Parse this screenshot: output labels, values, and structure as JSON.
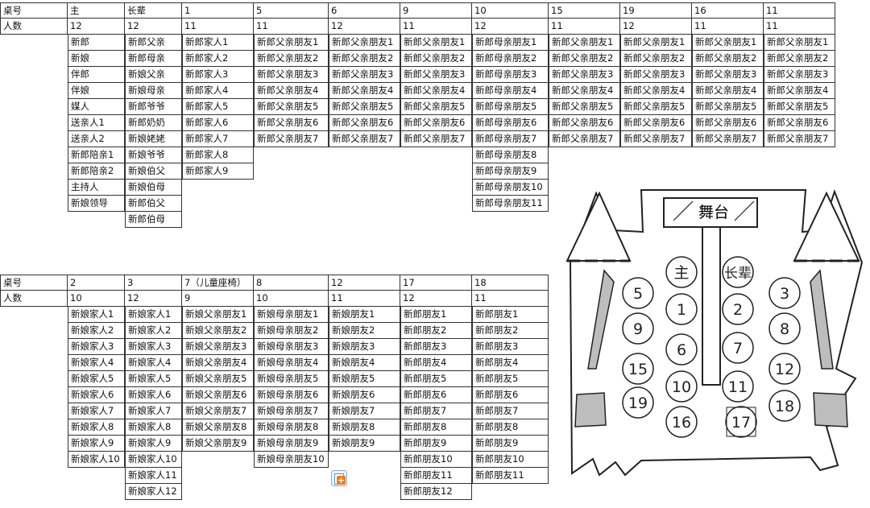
{
  "table_top": {
    "row_labels": [
      "桌号",
      "人数"
    ],
    "columns": [
      {
        "table": "主",
        "count": "12",
        "guests": [
          "新郎",
          "新娘",
          "伴郎",
          "伴娘",
          "媒人",
          "送亲人1",
          "送亲人2",
          "新郎陪亲1",
          "新郎陪亲2",
          "主持人",
          "新娘领导"
        ]
      },
      {
        "table": "长辈",
        "count": "12",
        "guests": [
          "新郎父亲",
          "新郎母亲",
          "新娘父亲",
          "新娘母亲",
          "新郎爷爷",
          "新郎奶奶",
          "新娘姥姥",
          "新娘爷爷",
          "新娘伯父",
          "新娘伯母",
          "新郎伯父",
          "新郎伯母"
        ]
      },
      {
        "table": "1",
        "count": "11",
        "guests": [
          "新郎家人1",
          "新郎家人2",
          "新郎家人3",
          "新郎家人4",
          "新郎家人5",
          "新郎家人6",
          "新郎家人7",
          "新郎家人8",
          "新郎家人9"
        ]
      },
      {
        "table": "5",
        "count": "11",
        "guests": [
          "新郎父亲朋友1",
          "新郎父亲朋友2",
          "新郎父亲朋友3",
          "新郎父亲朋友4",
          "新郎父亲朋友5",
          "新郎父亲朋友6",
          "新郎父亲朋友7"
        ]
      },
      {
        "table": "6",
        "count": "12",
        "guests": [
          "新郎父亲朋友1",
          "新郎父亲朋友2",
          "新郎父亲朋友3",
          "新郎父亲朋友4",
          "新郎父亲朋友5",
          "新郎父亲朋友6",
          "新郎父亲朋友7"
        ]
      },
      {
        "table": "9",
        "count": "11",
        "guests": [
          "新郎父亲朋友1",
          "新郎父亲朋友2",
          "新郎父亲朋友3",
          "新郎父亲朋友4",
          "新郎父亲朋友5",
          "新郎父亲朋友6",
          "新郎父亲朋友7"
        ]
      },
      {
        "table": "10",
        "count": "12",
        "guests": [
          "新郎母亲朋友1",
          "新郎母亲朋友2",
          "新郎母亲朋友3",
          "新郎母亲朋友4",
          "新郎母亲朋友5",
          "新郎母亲朋友6",
          "新郎母亲朋友7",
          "新郎母亲朋友8",
          "新郎母亲朋友9",
          "新郎母亲朋友10",
          "新郎母亲朋友11"
        ]
      },
      {
        "table": "15",
        "count": "11",
        "guests": [
          "新郎父亲朋友1",
          "新郎父亲朋友2",
          "新郎父亲朋友3",
          "新郎父亲朋友4",
          "新郎父亲朋友5",
          "新郎父亲朋友6",
          "新郎父亲朋友7"
        ]
      },
      {
        "table": "19",
        "count": "12",
        "guests": [
          "新郎父亲朋友1",
          "新郎父亲朋友2",
          "新郎父亲朋友3",
          "新郎父亲朋友4",
          "新郎父亲朋友5",
          "新郎父亲朋友6",
          "新郎父亲朋友7"
        ]
      },
      {
        "table": "16",
        "count": "11",
        "guests": [
          "新郎父亲朋友1",
          "新郎父亲朋友2",
          "新郎父亲朋友3",
          "新郎父亲朋友4",
          "新郎父亲朋友5",
          "新郎父亲朋友6",
          "新郎父亲朋友7"
        ]
      },
      {
        "table": "11",
        "count": "11",
        "guests": [
          "新郎父亲朋友1",
          "新郎父亲朋友2",
          "新郎父亲朋友3",
          "新郎父亲朋友4",
          "新郎父亲朋友5",
          "新郎父亲朋友6",
          "新郎父亲朋友7"
        ]
      }
    ]
  },
  "table_bottom": {
    "row_labels": [
      "桌号",
      "人数"
    ],
    "columns": [
      {
        "table": "2",
        "count": "10",
        "guests": [
          "新娘家人1",
          "新娘家人2",
          "新娘家人3",
          "新娘家人4",
          "新娘家人5",
          "新娘家人6",
          "新娘家人7",
          "新娘家人8",
          "新娘家人9",
          "新娘家人10"
        ]
      },
      {
        "table": "3",
        "count": "12",
        "guests": [
          "新娘家人1",
          "新娘家人2",
          "新娘家人3",
          "新娘家人4",
          "新娘家人5",
          "新娘家人6",
          "新娘家人7",
          "新娘家人8",
          "新娘家人9",
          "新娘家人10",
          "新娘家人11",
          "新娘家人12"
        ]
      },
      {
        "table": "7（儿童座椅）",
        "count": "9",
        "guests": [
          "新娘父亲朋友1",
          "新娘父亲朋友2",
          "新娘父亲朋友3",
          "新娘父亲朋友4",
          "新娘父亲朋友5",
          "新娘父亲朋友6",
          "新娘父亲朋友7",
          "新娘父亲朋友8",
          "新娘父亲朋友9"
        ]
      },
      {
        "table": "8",
        "count": "10",
        "guests": [
          "新娘母亲朋友1",
          "新娘母亲朋友2",
          "新娘母亲朋友3",
          "新娘母亲朋友4",
          "新娘母亲朋友5",
          "新娘母亲朋友6",
          "新娘母亲朋友7",
          "新娘母亲朋友8",
          "新娘母亲朋友9",
          "新娘母亲朋友10"
        ]
      },
      {
        "table": "12",
        "count": "11",
        "guests": [
          "新娘朋友1",
          "新娘朋友2",
          "新娘朋友3",
          "新娘朋友4",
          "新娘朋友5",
          "新娘朋友6",
          "新娘朋友7",
          "新娘朋友8",
          "新娘朋友9"
        ]
      },
      {
        "table": "17",
        "count": "12",
        "guests": [
          "新郎朋友1",
          "新郎朋友2",
          "新郎朋友3",
          "新郎朋友4",
          "新郎朋友5",
          "新郎朋友6",
          "新郎朋友7",
          "新郎朋友8",
          "新郎朋友9",
          "新郎朋友10",
          "新郎朋友11",
          "新郎朋友12"
        ]
      },
      {
        "table": "18",
        "count": "11",
        "guests": [
          "新郎朋友1",
          "新郎朋友2",
          "新郎朋友3",
          "新郎朋友4",
          "新郎朋友5",
          "新郎朋友6",
          "新郎朋友7",
          "新郎朋友8",
          "新郎朋友9",
          "新郎朋友10",
          "新郎朋友11"
        ]
      }
    ]
  },
  "floor_plan": {
    "stage_label": "舞台",
    "tables": [
      "主",
      "长辈",
      "5",
      "1",
      "2",
      "3",
      "9",
      "6",
      "7",
      "8",
      "15",
      "10",
      "11",
      "12",
      "19",
      "16",
      "17",
      "18"
    ]
  }
}
